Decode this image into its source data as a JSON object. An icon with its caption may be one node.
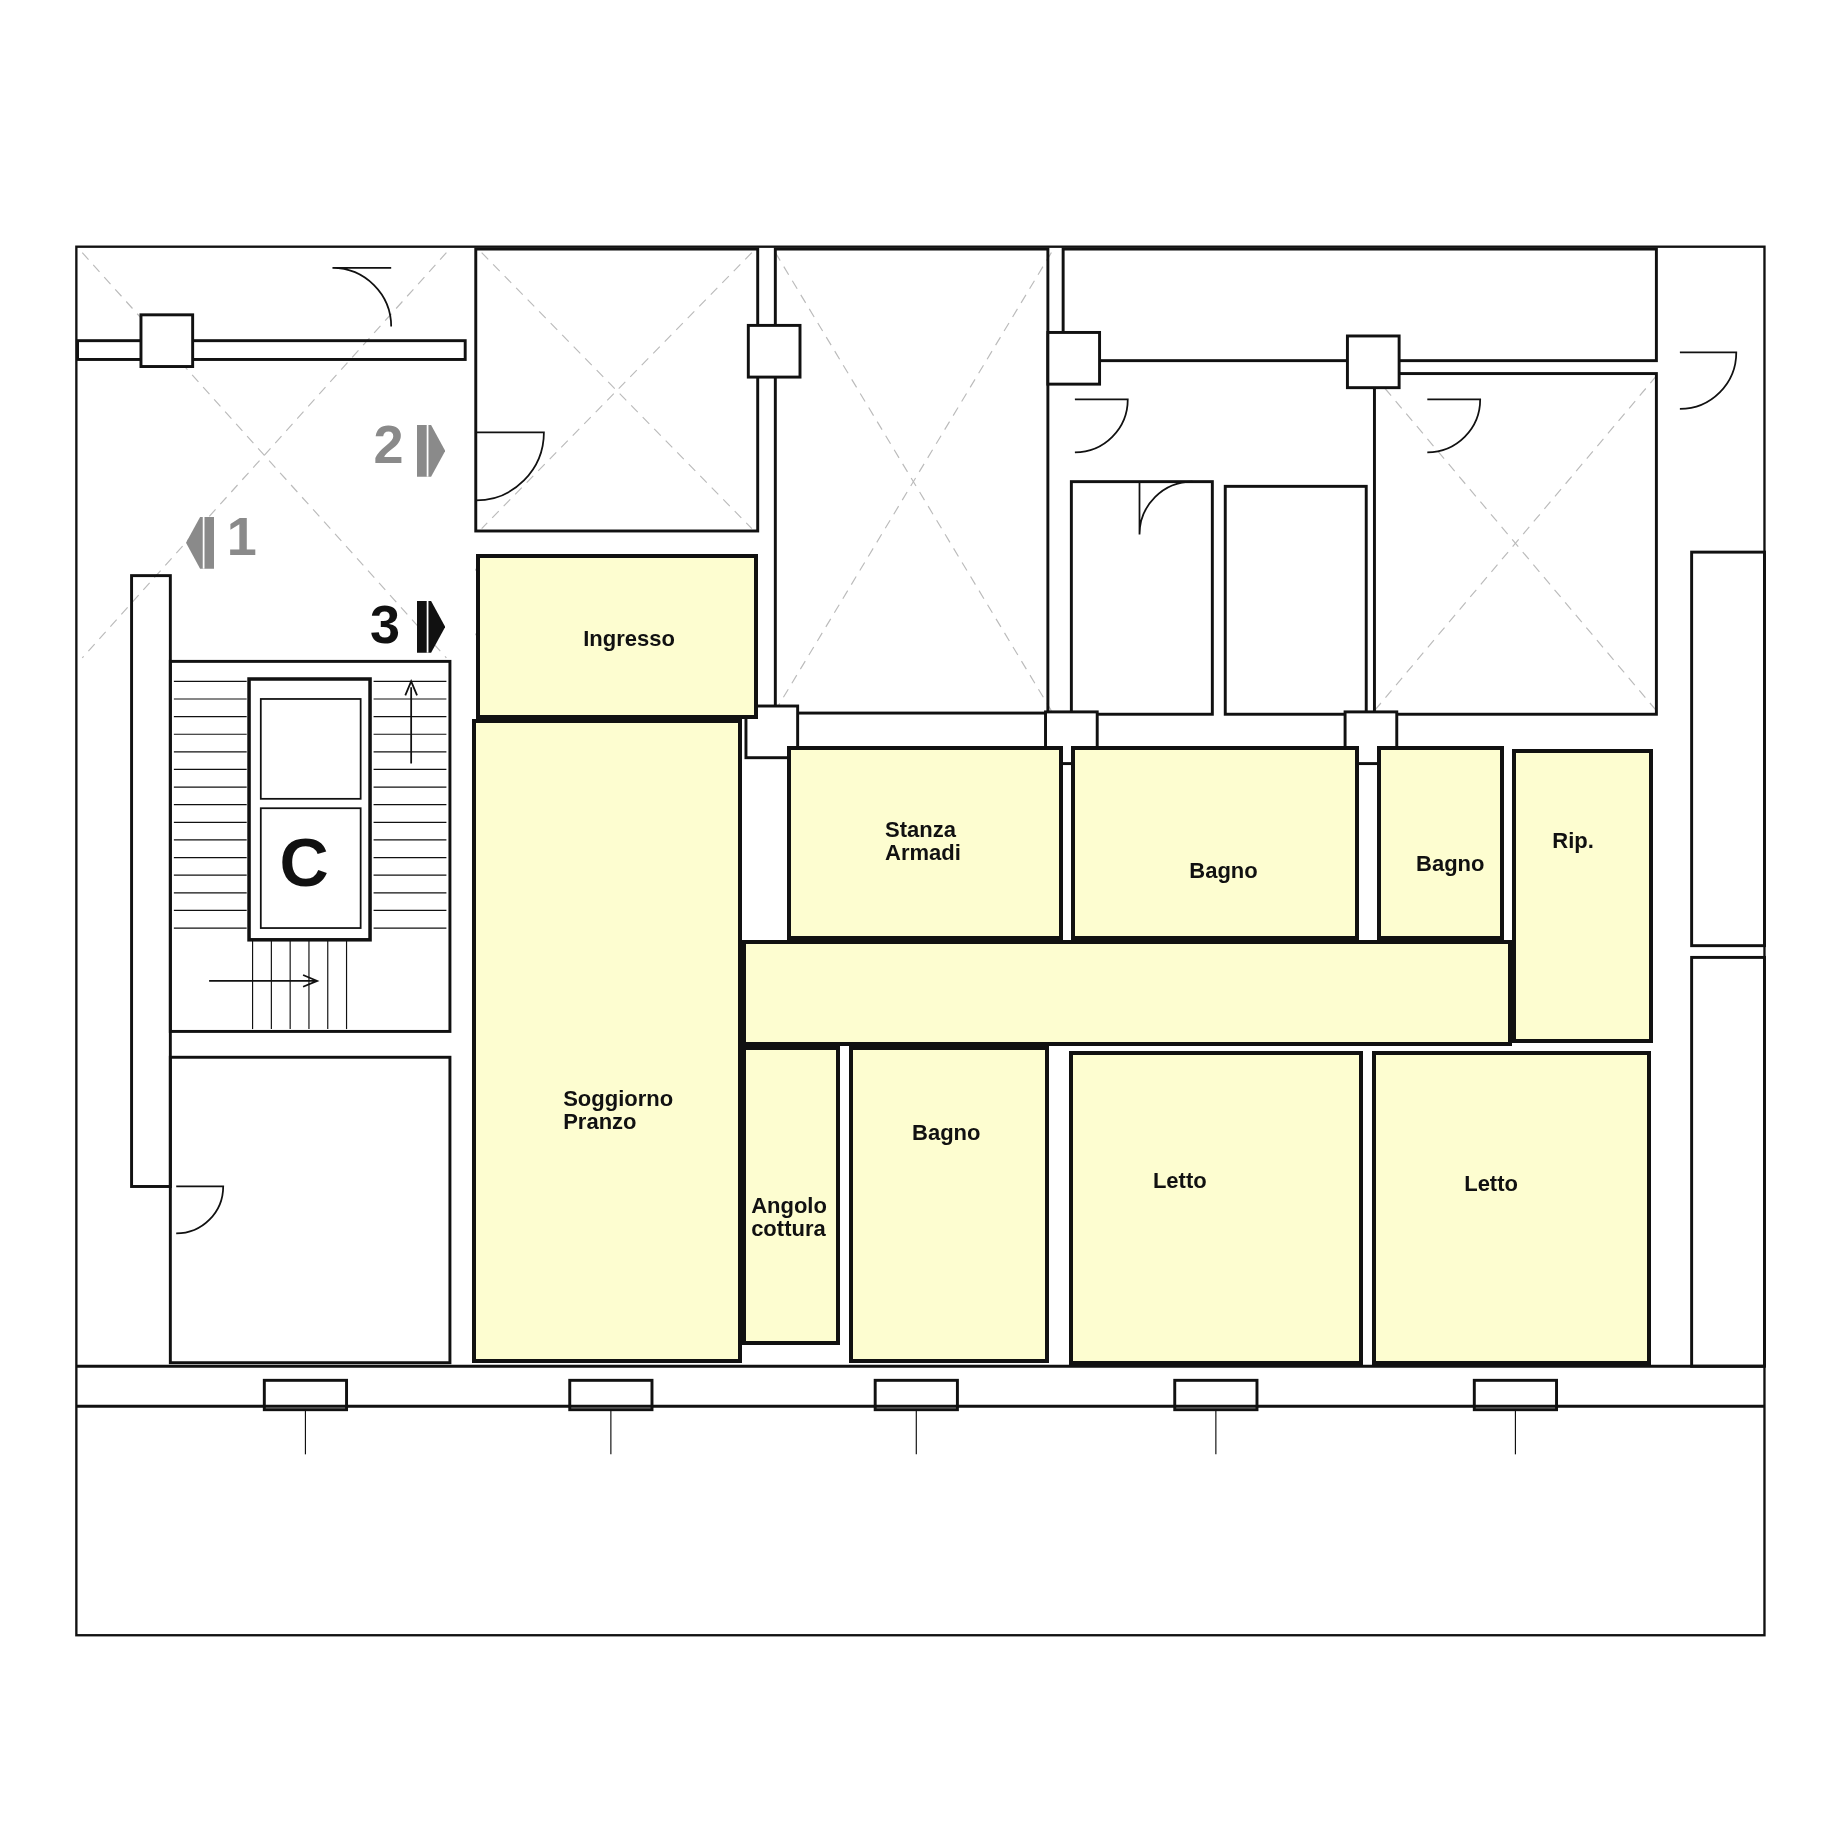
{
  "diagram": {
    "nodes": [
      {
        "text": [
          "Ingresso"
        ]
      },
      {
        "text": [
          "Stanza Armadi"
        ]
      },
      {
        "text": [
          "Bagno"
        ]
      },
      {
        "text": [
          "Bagno"
        ]
      },
      {
        "text": [
          "Rip."
        ]
      },
      {
        "text": [],
        "shape": "box"
      },
      {
        "text": [
          "Soggiorno Pranzo"
        ]
      },
      {
        "text": [
          "Angolo cottura"
        ]
      },
      {
        "text": [
          "Bagno"
        ]
      },
      {
        "text": [
          "Letto"
        ]
      },
      {
        "text": [
          "Letto"
        ]
      }
    ],
    "labels": [
      "2",
      "1",
      "3",
      "C"
    ]
  }
}
